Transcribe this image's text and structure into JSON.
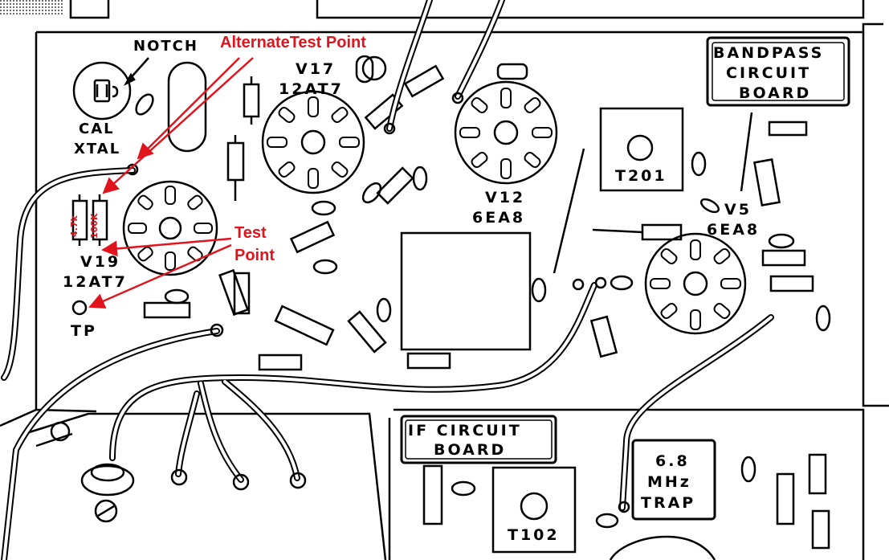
{
  "labels": {
    "notch": "NOTCH",
    "cal": "CAL",
    "xtal": "XTAL",
    "v17": "V17",
    "v17_tube": "12AT7",
    "v19": "V19",
    "v19_tube": "12AT7",
    "tp": "TP",
    "v12": "V12",
    "v12_tube": "6EA8",
    "v5": "V5",
    "v5_tube": "6EA8",
    "t201": "T201",
    "t102": "T102",
    "bandpass_line1": "BANDPASS",
    "bandpass_line2": "CIRCUIT",
    "bandpass_line3": "BOARD",
    "if_line1": "IF CIRCUIT",
    "if_line2": "BOARD",
    "trap_line1": "6.8",
    "trap_line2": "MHz",
    "trap_line3": "TRAP",
    "resistor_4k7": "4.7k",
    "resistor_100k": "100K"
  },
  "annotations": {
    "alternate_test_point": "AlternateTest Point",
    "test_point_line1": "Test",
    "test_point_line2": "Point"
  },
  "colors": {
    "annotation": "#e0141c",
    "ink": "#000000",
    "background": "#ffffff"
  }
}
